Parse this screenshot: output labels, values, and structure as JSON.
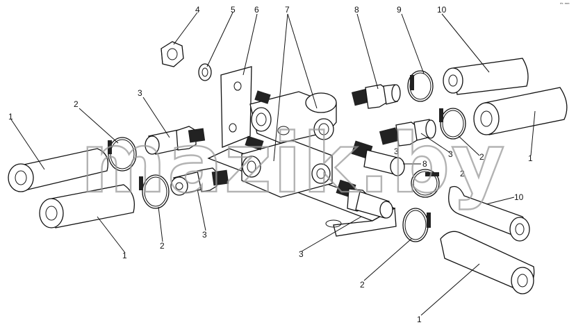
{
  "diagram": {
    "labels": [
      "1",
      "2",
      "3",
      "4",
      "5",
      "6",
      "7",
      "8",
      "9",
      "10",
      "1",
      "2",
      "3",
      "2",
      "3",
      "8",
      "3",
      "2",
      "10",
      "2",
      "1",
      "1"
    ],
    "watermark": "mazik.by",
    "corner_mark": "ᵈˢ ᵃᵃᵃ",
    "colors": {
      "line": "#111111",
      "watermark": "#9a9a9a",
      "background": "#ffffff"
    }
  }
}
